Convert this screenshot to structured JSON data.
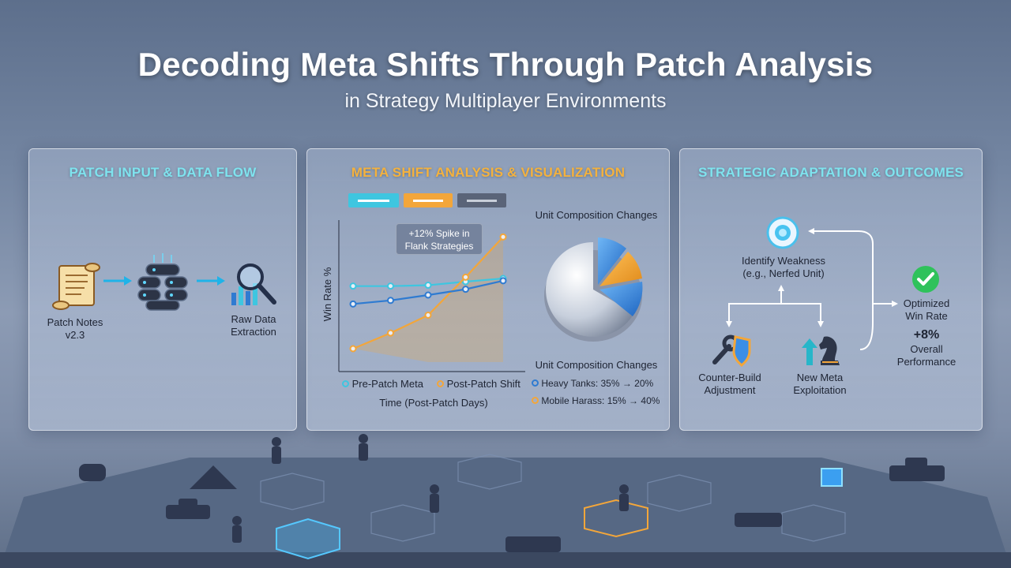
{
  "title": "Decoding Meta Shifts Through Patch Analysis",
  "subtitle": "in Strategy Multiplayer Environments",
  "panels": {
    "input": {
      "title": "PATCH INPUT & DATA FLOW",
      "patch_notes_line1": "Patch Notes",
      "patch_notes_line2": "v2.3",
      "raw_data_line1": "Raw Data",
      "raw_data_line2": "Extraction"
    },
    "analysis": {
      "title": "META SHIFT ANALYSIS & VISUALIZATION",
      "callout_line1": "+12% Spike in",
      "callout_line2": "Flank Strategies",
      "pie_title": "Unit Composition Changes",
      "changes_title": "Unit Composition Changes",
      "change_1": "Heavy Tanks: 35% → 20%",
      "change_2": "Mobile Harass: 15% → 40%",
      "colors": {
        "cyan": "#3ec6e0",
        "orange": "#f3a63a",
        "blue": "#2f7bd1",
        "gray": "#5a6478"
      }
    },
    "outcomes": {
      "title": "STRATEGIC ADAPTATION & OUTCOMES",
      "weakness_line1": "Identify Weakness",
      "weakness_line2": "(e.g., Nerfed Unit)",
      "counter_line1": "Counter-Build",
      "counter_line2": "Adjustment",
      "exploit_line1": "New Meta",
      "exploit_line2": "Exploitation",
      "optimized_line1": "Optimized",
      "optimized_line2": "Win Rate",
      "gain": "+8%",
      "overall_line1": "Overall",
      "overall_line2": "Performance"
    }
  },
  "chart_data": {
    "type": "line",
    "ylabel": "Win Rate %",
    "xlabel": "Time (Post-Patch Days)",
    "series": [
      {
        "name": "Pre-Patch Meta",
        "color": "#3ec6e0",
        "values": [
          0.5,
          0.5,
          0.52,
          0.6,
          0.67
        ]
      },
      {
        "name": "Post-Patch Shift",
        "color": "#f3a63a",
        "values": [
          -0.9,
          -0.55,
          -0.15,
          0.7,
          1.6
        ]
      },
      {
        "name": "",
        "color": "#2f7bd1",
        "values": [
          0.1,
          0.18,
          0.3,
          0.43,
          0.62
        ]
      }
    ],
    "legend_position": "bottom",
    "grid": false
  }
}
